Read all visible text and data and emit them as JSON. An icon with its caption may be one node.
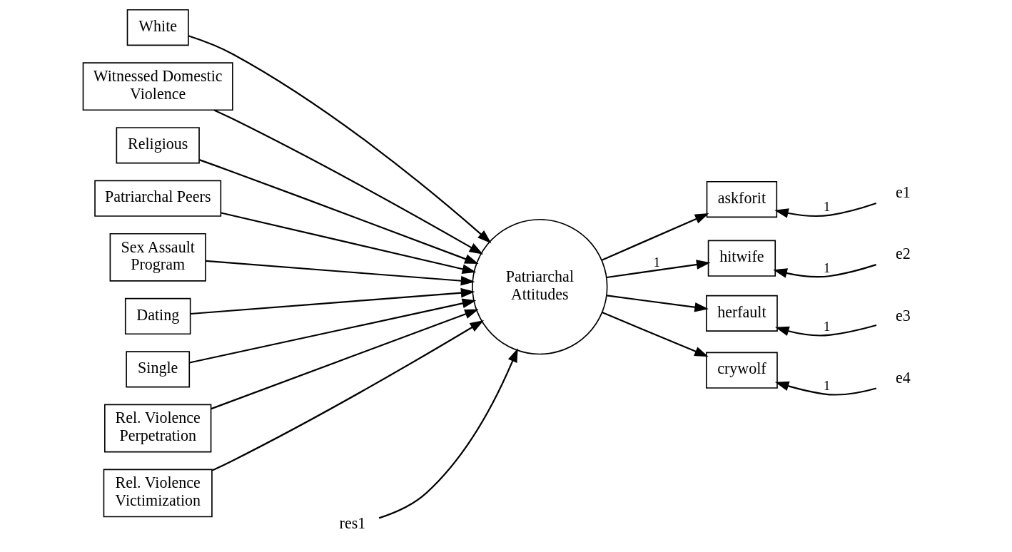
{
  "diagram": {
    "nodes": [
      {
        "text": [
          "White"
        ]
      },
      {
        "text": [
          "Witnessed Domestic Violence"
        ]
      },
      {
        "text": [
          "Religious"
        ]
      },
      {
        "text": [
          "Patriarchal Peers"
        ]
      },
      {
        "text": [
          "Sex Assault Program"
        ]
      },
      {
        "text": [
          "Dating"
        ]
      },
      {
        "text": [
          "Single"
        ]
      },
      {
        "text": [
          "Rel. Violence Perpetration"
        ]
      },
      {
        "text": [
          "Rel. Violence Victimization"
        ]
      },
      {
        "text": [
          "res1"
        ]
      },
      {
        "text": [
          "Patriarchal Attitudes"
        ]
      },
      {
        "text": [
          "askforit"
        ]
      },
      {
        "text": [
          "hitwife"
        ]
      },
      {
        "text": [
          "herfault"
        ]
      },
      {
        "text": [
          "crywolf"
        ]
      },
      {
        "text": [
          "e1"
        ]
      },
      {
        "text": [
          "e2"
        ]
      },
      {
        "text": [
          "e3"
        ]
      },
      {
        "text": [
          "e4"
        ]
      }
    ],
    "edges": [
      {
        "from": 0,
        "to": 10,
        "arrow": "to"
      },
      {
        "from": 1,
        "to": 10,
        "arrow": "to"
      },
      {
        "from": 2,
        "to": 10,
        "arrow": "to"
      },
      {
        "from": 3,
        "to": 10,
        "arrow": "to"
      },
      {
        "from": 4,
        "to": 10,
        "arrow": "to"
      },
      {
        "from": 5,
        "to": 10,
        "arrow": "to"
      },
      {
        "from": 6,
        "to": 10,
        "arrow": "to"
      },
      {
        "from": 7,
        "to": 10,
        "arrow": "to"
      },
      {
        "from": 8,
        "to": 10,
        "arrow": "to"
      },
      {
        "from": 9,
        "to": 10,
        "arrow": "to"
      },
      {
        "from": 10,
        "to": 11,
        "arrow": "to"
      },
      {
        "from": 10,
        "to": 12,
        "arrow": "to",
        "label": "1"
      },
      {
        "from": 10,
        "to": 13,
        "arrow": "to"
      },
      {
        "from": 10,
        "to": 14,
        "arrow": "to"
      },
      {
        "from": 15,
        "to": 11,
        "arrow": "to",
        "label": "1"
      },
      {
        "from": 16,
        "to": 12,
        "arrow": "to",
        "label": "1"
      },
      {
        "from": 17,
        "to": 13,
        "arrow": "to",
        "label": "1"
      },
      {
        "from": 18,
        "to": 14,
        "arrow": "to",
        "label": "1"
      }
    ]
  }
}
